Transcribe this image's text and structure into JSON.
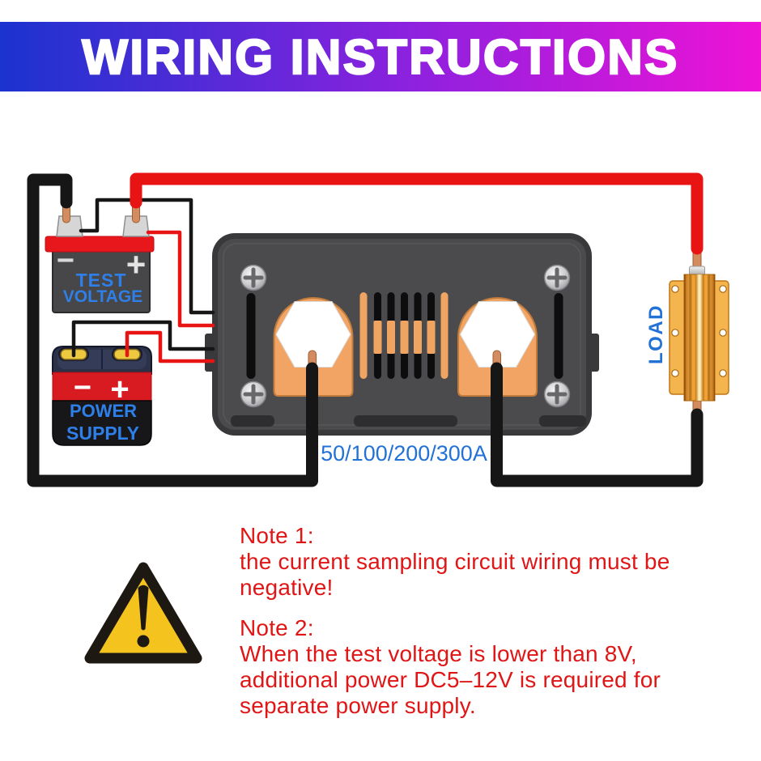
{
  "banner": {
    "title": "WIRING INSTRUCTIONS"
  },
  "colors": {
    "banner_gradient": [
      "#1b33cf",
      "#8f21df",
      "#ee13d6"
    ],
    "wire_red": "#e81414",
    "wire_black": "#161616",
    "device_label_blue": "#2e7fe8",
    "rating_blue": "#2171d6",
    "note_red": "#e01616",
    "warning_yellow": "#f4c31d",
    "copper": "#d28c60",
    "shunt_gray": "#4b4b4e",
    "load_gold": "#f2a53c"
  },
  "test_battery": {
    "name_line1": "TEST",
    "name_line2": "VOLTAGE",
    "negative_symbol": "−",
    "positive_symbol": "+"
  },
  "power_supply": {
    "name_line1": "POWER",
    "name_line2": "SUPPLY",
    "negative_symbol": "−",
    "positive_symbol": "+"
  },
  "shunt": {
    "rating": "50/100/200/300A"
  },
  "load": {
    "label": "LOAD"
  },
  "icons": [
    "warning-triangle-icon",
    "phillips-screw-icon"
  ],
  "notes": {
    "note1": {
      "title": "Note 1:",
      "lines": [
        "the current sampling circuit wiring must be",
        "negative!"
      ]
    },
    "note2": {
      "title": "Note 2:",
      "lines": [
        "When the test voltage is lower than 8V,",
        "additional power DC5–12V is required for",
        "separate power supply."
      ]
    }
  }
}
